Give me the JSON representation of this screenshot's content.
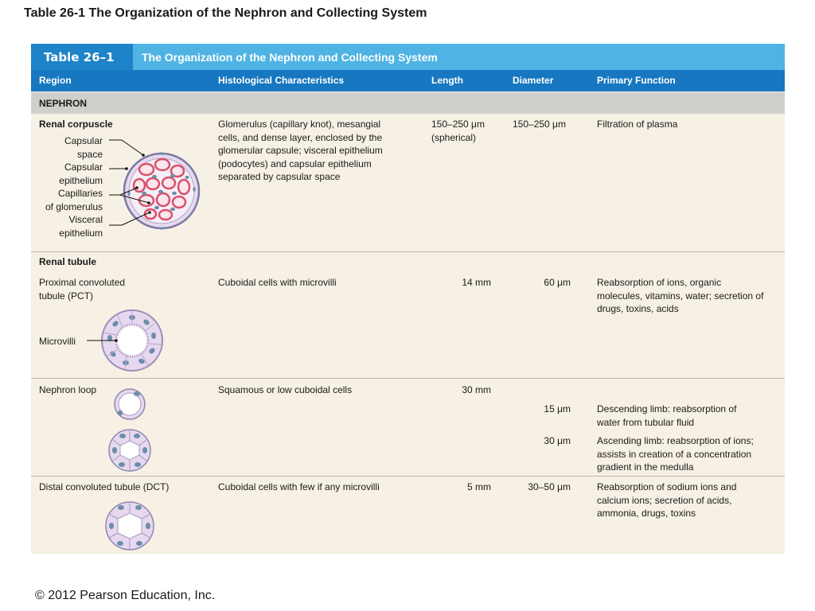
{
  "slide_title": "Table 26-1  The Organization of the Nephron and Collecting System",
  "copyright": "© 2012 Pearson Education, Inc.",
  "table": {
    "number": "Table 26–1",
    "title": "The Organization of the Nephron and Collecting System",
    "headers": [
      "Region",
      "Histological Characteristics",
      "Length",
      "Diameter",
      "Primary Function"
    ],
    "section_nephron": "NEPHRON",
    "renal_corpuscle": {
      "region": "Renal corpuscle",
      "labels": [
        "Capsular",
        "space",
        "Capsular",
        "epithelium",
        "Capillaries",
        "of glomerulus",
        "Visceral",
        "epithelium"
      ],
      "histology": [
        "Glomerulus (capillary knot), mesangial",
        "cells, and dense layer, enclosed by the",
        "glomerular capsule; visceral epithelium",
        "(podocytes) and capsular epithelium",
        "separated by capsular space"
      ],
      "length": [
        "150–250 μm",
        "(spherical)"
      ],
      "diameter": "150–250 μm",
      "function": "Filtration of plasma"
    },
    "renal_tubule_heading": "Renal tubule",
    "pct": {
      "region": [
        "Proximal convoluted",
        "tubule (PCT)"
      ],
      "label": "Microvilli",
      "histology": "Cuboidal cells with microvilli",
      "length": "14 mm",
      "diameter": "60 μm",
      "function": [
        "Reabsorption of ions, organic",
        "molecules, vitamins, water; secretion of",
        "drugs, toxins, acids"
      ]
    },
    "loop": {
      "region": "Nephron loop",
      "histology": "Squamous or low cuboidal cells",
      "length": "30 mm",
      "descending_diameter": "15 μm",
      "descending_function": [
        "Descending limb: reabsorption of",
        "water from tubular fluid"
      ],
      "ascending_diameter": "30 μm",
      "ascending_function": [
        "Ascending limb: reabsorption of ions;",
        "assists in creation of a concentration",
        "gradient in the medulla"
      ]
    },
    "dct": {
      "region": "Distal convoluted tubule (DCT)",
      "histology": "Cuboidal cells with few if any microvilli",
      "length": "5 mm",
      "diameter": "30–50 μm",
      "function": [
        "Reabsorption of sodium ions and",
        "calcium ions; secretion of acids,",
        "ammonia, drugs, toxins"
      ]
    }
  },
  "colors": {
    "title_tab": "#1e83c8",
    "title_bar": "#4fb3e3",
    "header_row": "#1777c0",
    "section_bar": "#cfcfcc",
    "table_bg": "#f6f1e4",
    "capillary": "#d9506c",
    "nucleus": "#6a8ea8",
    "cytoplasm": "#e9dcef"
  }
}
